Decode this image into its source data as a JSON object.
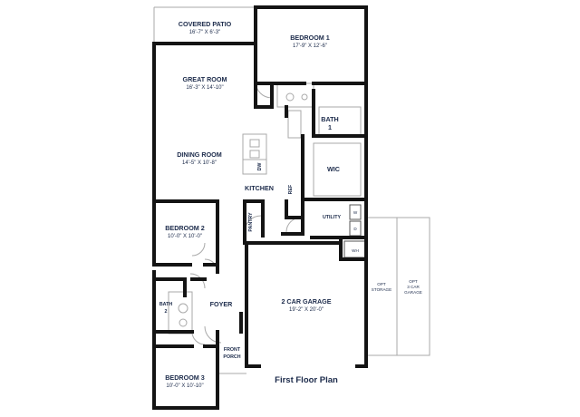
{
  "colors": {
    "label": "#1b2a4a",
    "wall": "#141414",
    "fixture": "#a9a9a9"
  },
  "rooms": {
    "covered_patio": {
      "name": "COVERED PATIO",
      "dims": "16'-7\" X 6'-3\""
    },
    "bedroom1": {
      "name": "BEDROOM 1",
      "dims": "17'-9\" X 12'-6\""
    },
    "great_room": {
      "name": "GREAT ROOM",
      "dims": "16'-3\" X 14'-10\""
    },
    "bath1": {
      "line1": "BATH",
      "line2": "1"
    },
    "dining_room": {
      "name": "DINING ROOM",
      "dims": "14'-5\" X 10'-8\""
    },
    "wic": {
      "name": "WIC"
    },
    "kitchen": {
      "name": "KITCHEN"
    },
    "dw": "DW",
    "ref": "REF",
    "pantry": "PANTRY",
    "utility": {
      "name": "UTILITY",
      "w": "W",
      "d": "D"
    },
    "bedroom2": {
      "name": "BEDROOM 2",
      "dims": "10'-0\" X 10'-0\""
    },
    "wh": "WH",
    "garage": {
      "name": "2 CAR GARAGE",
      "dims": "19'-2\" X 20'-0\""
    },
    "opt_storage": {
      "line1": "OPT",
      "line2": "STORAGE"
    },
    "opt_garage": {
      "line1": "OPT",
      "line2": "3 CAR",
      "line3": "GARAGE"
    },
    "bath2": {
      "line1": "BATH",
      "line2": "2"
    },
    "foyer": {
      "name": "FOYER"
    },
    "front_porch": {
      "line1": "FRONT",
      "line2": "PORCH"
    },
    "bedroom3": {
      "name": "BEDROOM 3",
      "dims": "10'-0\" X 10'-10\""
    }
  },
  "caption": "First Floor Plan"
}
